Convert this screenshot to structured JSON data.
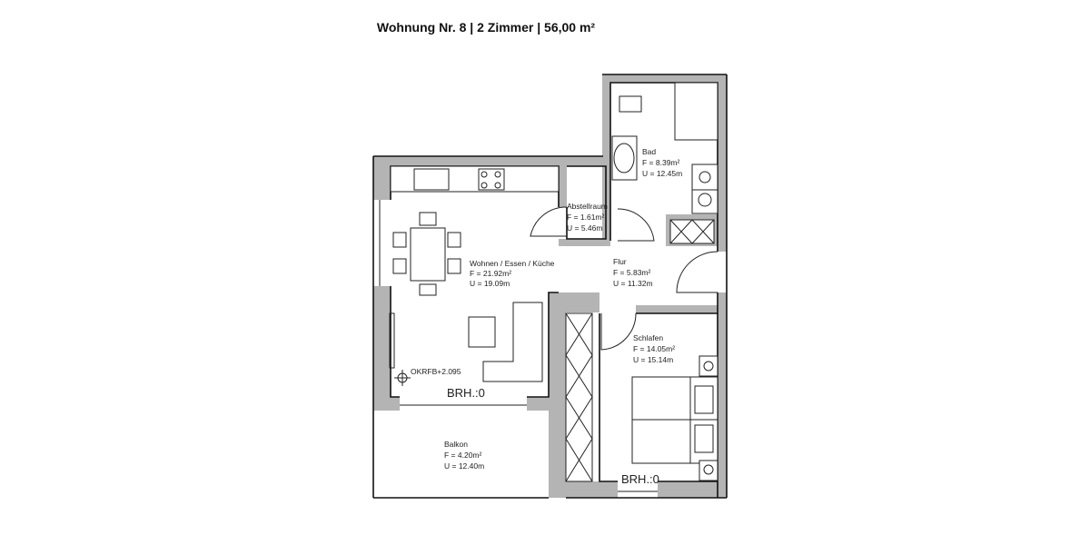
{
  "title": "Wohnung Nr. 8 | 2 Zimmer | 56,00 m²",
  "rooms": [
    {
      "name": "Wohnen / Essen / Küche",
      "area": "F = 21.92m²",
      "perimeter": "U = 19.09m"
    },
    {
      "name": "Abstellraum",
      "area": "F = 1.61m²",
      "perimeter": "U = 5.46m"
    },
    {
      "name": "Bad",
      "area": "F = 8.39m²",
      "perimeter": "U = 12.45m"
    },
    {
      "name": "Flur",
      "area": "F = 5.83m²",
      "perimeter": "U = 11.32m"
    },
    {
      "name": "Schlafen",
      "area": "F = 14.05m²",
      "perimeter": "U = 15.14m"
    },
    {
      "name": "Balkon",
      "area": "F = 4.20m²",
      "perimeter": "U = 12.40m"
    }
  ],
  "annotations": {
    "level": "OKRFB+2.095",
    "brh_living": "BRH.:0",
    "brh_bedroom": "BRH.:0"
  }
}
